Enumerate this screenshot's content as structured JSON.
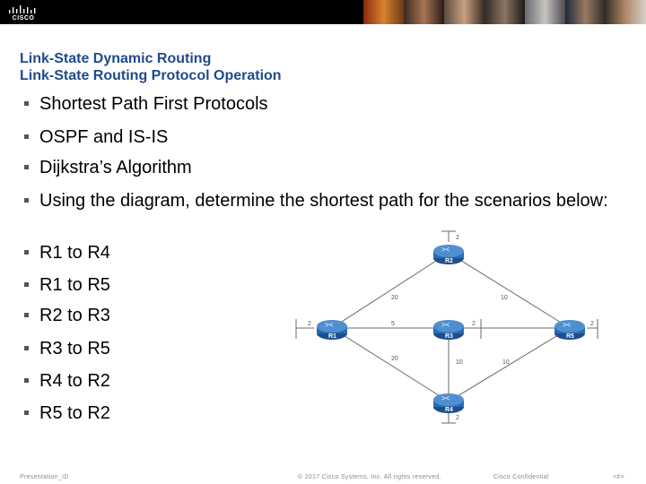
{
  "header": {
    "logo_text": "CISCO",
    "colors": {
      "band": "#000000",
      "title": "#1f4b8c"
    }
  },
  "titles": {
    "line1": "Link-State Dynamic Routing",
    "line2": "Link-State Routing Protocol Operation"
  },
  "bullets": [
    {
      "text": "Shortest Path First Protocols"
    },
    {
      "text": "OSPF and IS-IS"
    },
    {
      "text": "Dijkstra’s Algorithm"
    },
    {
      "text": "Using the diagram, determine the shortest path for the scenarios below:"
    },
    {
      "text": "R1 to R4"
    },
    {
      "text": "R1 to R5"
    },
    {
      "text": "R2 to R3"
    },
    {
      "text": "R3 to R5"
    },
    {
      "text": "R4 to R2"
    },
    {
      "text": "R5 to R2"
    }
  ],
  "diagram": {
    "routers": [
      {
        "label": "R1"
      },
      {
        "label": "R2"
      },
      {
        "label": "R3"
      },
      {
        "label": "R4"
      },
      {
        "label": "R5"
      }
    ],
    "costs": {
      "r1_lan": "2",
      "r2_lan": "2",
      "r3_lan": "2",
      "r4_lan": "2",
      "r5_lan": "2",
      "r1_r2": "20",
      "r2_r5": "10",
      "r1_r3": "5",
      "r1_r4": "20",
      "r3_r4": "10",
      "r4_r5": "10"
    }
  },
  "footer": {
    "left": "Presentation_ID",
    "center": "© 2017 Cisco Systems, Inc. All rights reserved.",
    "confidential": "Cisco Confidential",
    "page": "<#>"
  }
}
